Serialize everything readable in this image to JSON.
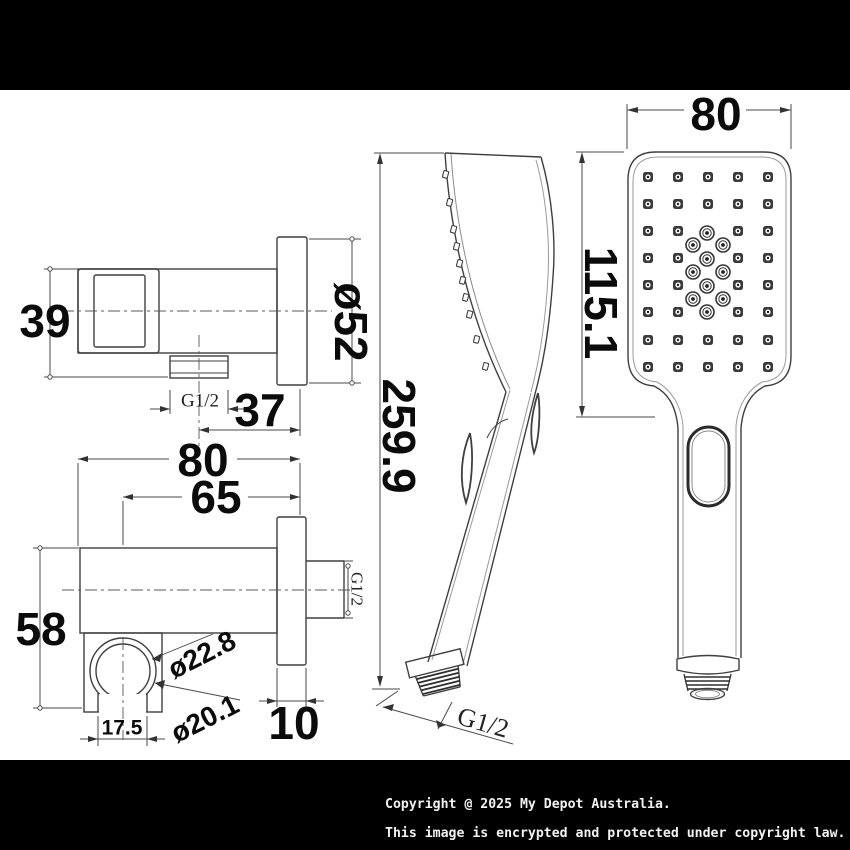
{
  "page": {
    "background": "#ffffff",
    "band_color": "#000000",
    "line_color": "#3f3f3f"
  },
  "footer": {
    "line1": "Copyright @ 2025 My Depot Australia.",
    "line2": "This image is encrypted and protected under copyright law."
  },
  "labels": {
    "elbow_39": "39",
    "elbow_dia52": "ø52",
    "elbow_37": "37",
    "elbow_g12": "G1/2",
    "bracket_80": "80",
    "bracket_65": "65",
    "bracket_58": "58",
    "bracket_17_5": "17.5",
    "bracket_dia22_8": "ø22.8",
    "bracket_dia20_1": "ø20.1",
    "bracket_10": "10",
    "bracket_g12": "G1/2",
    "handset_259_9": "259.9",
    "handset_g12": "G1/2",
    "head_80": "80",
    "head_115_1": "115.1"
  }
}
